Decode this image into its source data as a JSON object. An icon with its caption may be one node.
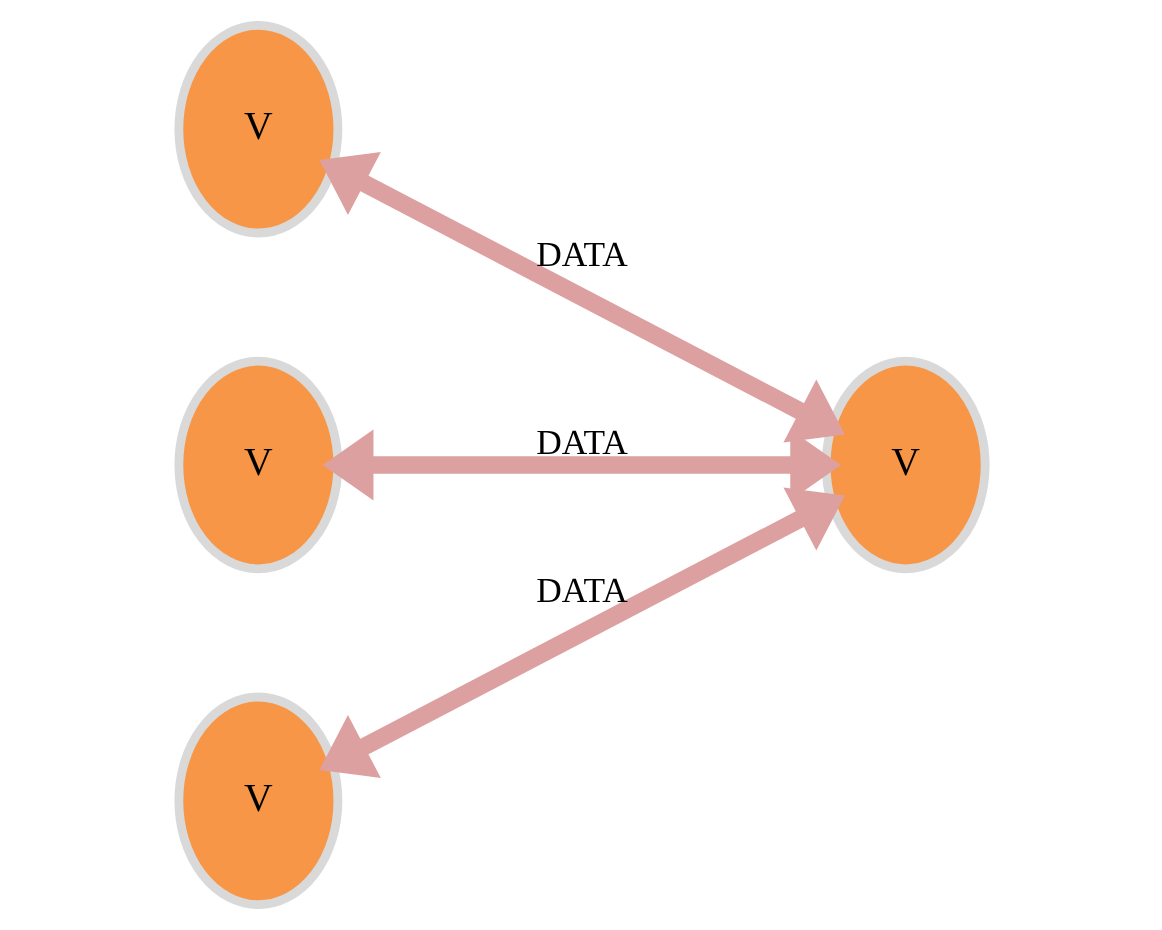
{
  "diagram": {
    "nodes": [
      {
        "text": [
          "V"
        ]
      },
      {
        "text": [
          "V"
        ]
      },
      {
        "text": [
          "V"
        ]
      },
      {
        "text": [
          "V"
        ]
      }
    ],
    "edges": [
      {
        "from": 0,
        "to": 1,
        "arrow": "both",
        "label": "DATA"
      },
      {
        "from": 2,
        "to": 1,
        "arrow": "both",
        "label": "DATA"
      },
      {
        "from": 3,
        "to": 1,
        "arrow": "both",
        "label": "DATA"
      }
    ]
  }
}
